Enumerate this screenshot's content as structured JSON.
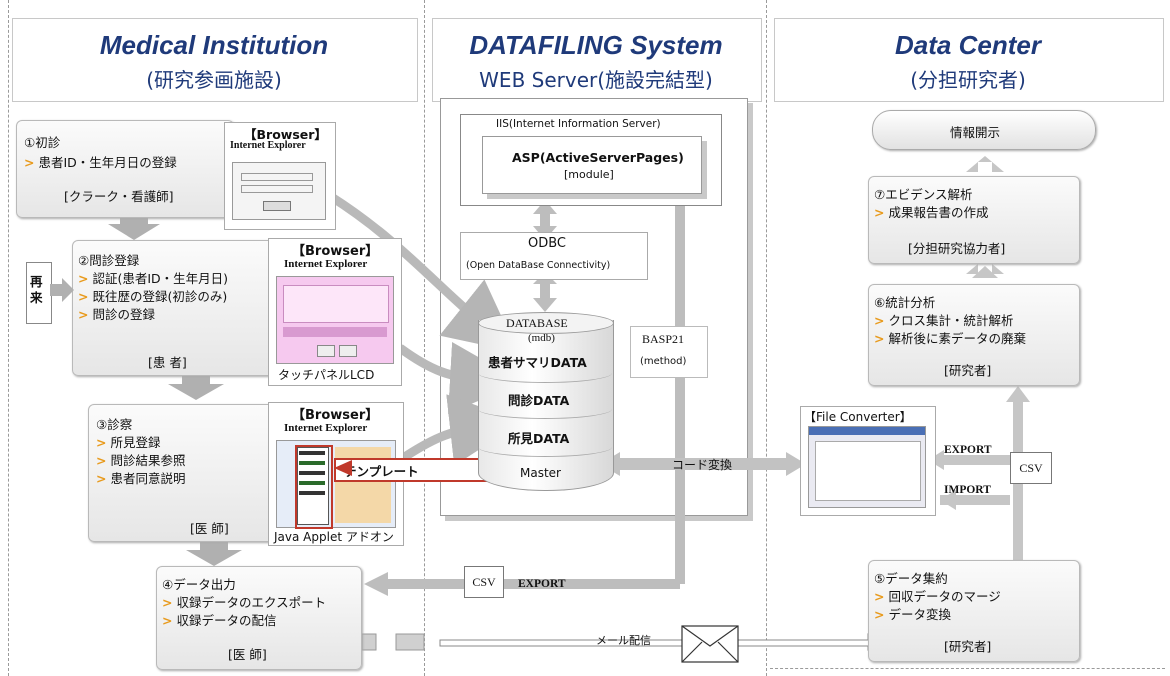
{
  "columns": {
    "medical": {
      "title": "Medical Institution",
      "subtitle": "(研究参画施設)"
    },
    "datafiling": {
      "title": "DATAFILING System",
      "subtitle": "WEB Server(施設完結型)"
    },
    "datacenter": {
      "title": "Data Center",
      "subtitle": "(分担研究者)"
    }
  },
  "medical": {
    "step1": {
      "title": "①初診",
      "items": [
        "患者ID・生年月日の登録"
      ],
      "role": "[クラーク・看護師]"
    },
    "step2": {
      "title": "②問診登録",
      "items": [
        "認証(患者ID・生年月日)",
        "既往歴の登録(初診のみ)",
        "問診の登録"
      ],
      "role": "[患 者]"
    },
    "step3": {
      "title": "③診察",
      "items": [
        "所見登録",
        "問診結果参照",
        "患者同意説明"
      ],
      "role": "[医 師]"
    },
    "step4": {
      "title": "④データ出力",
      "items": [
        "収録データのエクスポート",
        "収録データの配信"
      ],
      "role": "[医 師]"
    },
    "saiki": "再来",
    "browser1": {
      "label": "【Browser】",
      "app": "Internet Explorer"
    },
    "browser2": {
      "label": "【Browser】",
      "app": "Internet Explorer",
      "caption": "タッチパネルLCD"
    },
    "browser3": {
      "label": "【Browser】",
      "app": "Internet Explorer",
      "caption": "Java Applet アドオン",
      "template": "テンプレート"
    }
  },
  "server": {
    "iis": "IIS(Internet Information Server)",
    "asp": "ASP(ActiveServerPages)",
    "module": "[module]",
    "odbc": "ODBC",
    "odbc_full": "(Open DataBase Connectivity)",
    "db_title": "DATABASE",
    "db_sub": "(mdb)",
    "db_layers": [
      "患者サマリDATA",
      "問診DATA",
      "所見DATA",
      "Master"
    ],
    "basp": "BASP21",
    "basp_sub": "(method)",
    "code_conv": "コード変換",
    "export": "EXPORT",
    "csv": "CSV",
    "mail": "メール配信"
  },
  "center": {
    "disclose": "情報開示",
    "step7": {
      "title": "⑦エビデンス解析",
      "items": [
        "成果報告書の作成"
      ],
      "role": "[分担研究協力者]"
    },
    "step6": {
      "title": "⑥統計分析",
      "items": [
        "クロス集計・統計解析",
        "解析後に素データの廃棄"
      ],
      "role": "[研究者]"
    },
    "step5": {
      "title": "⑤データ集約",
      "items": [
        "回収データのマージ",
        "データ変換"
      ],
      "role": "[研究者]"
    },
    "converter": "【File Converter】",
    "export": "EXPORT",
    "import": "IMPORT",
    "csv": "CSV"
  }
}
